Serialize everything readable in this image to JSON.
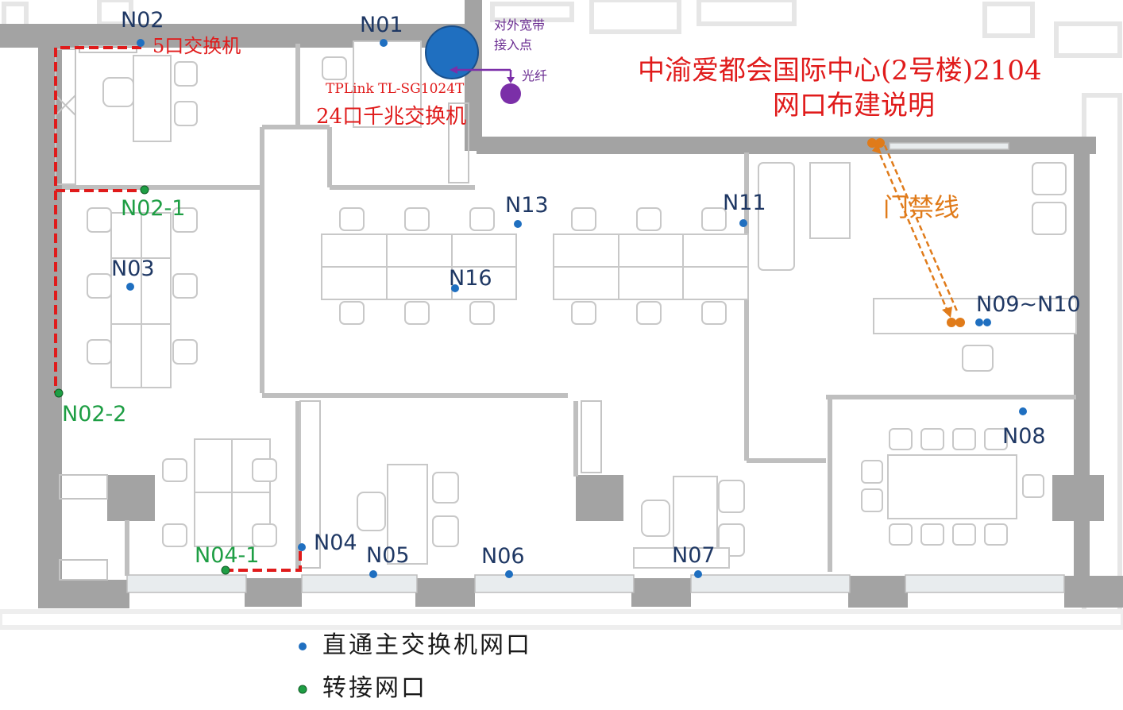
{
  "title": {
    "line1": "中渝爱都会国际中心(2号楼)2104",
    "line2": "网口布建说明"
  },
  "equipment": {
    "switch5": "5口交换机",
    "switch_model": "TPLink TL-SG1024T",
    "switch24": "24口千兆交换机",
    "broadband_line1": "对外宽带",
    "broadband_line2": "接入点",
    "fiber": "光纤",
    "access_control": "门禁线"
  },
  "ports": {
    "direct": [
      "N01",
      "N02",
      "N03",
      "N04",
      "N05",
      "N06",
      "N07",
      "N08",
      "N09~N10",
      "N11",
      "N13",
      "N16"
    ],
    "relay": [
      "N02-1",
      "N02-2",
      "N04-1"
    ]
  },
  "legend": {
    "direct_label": "直通主交换机网口",
    "relay_label": "转接网口"
  },
  "colors": {
    "direct_port": "#1f6fc0",
    "relay_port": "#1e9e44",
    "relay_line": "#e01b1b",
    "broadband_node": "#1f6fc0",
    "fiber_node": "#7b2fa8",
    "access_line": "#e07b1a",
    "wall": "#a0a0a0"
  }
}
